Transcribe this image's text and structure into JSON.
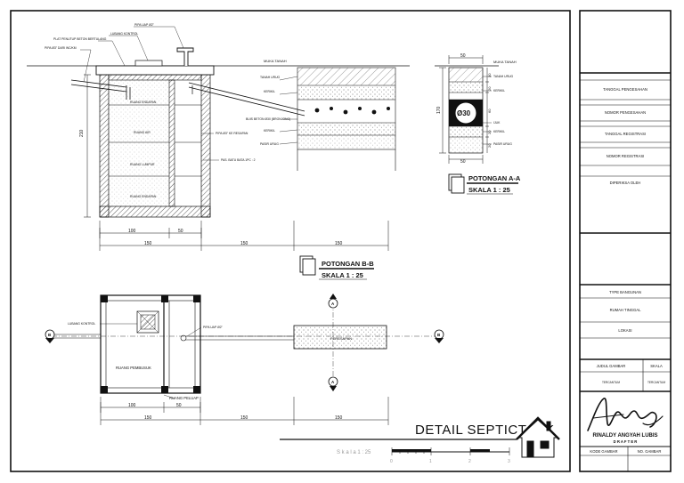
{
  "section_bb": {
    "labels": {
      "pipe_top": "PIPA UAP Ø2\"",
      "control_hole": "LUBANG KONTROL",
      "cover_plate": "PLAT PENUTUP BETON BERTULANG",
      "inlet_pipe": "PIPA Ø3\" DARI WC/KM",
      "room_settle": "RUANG ENDAPAN",
      "room_water": "RUANG AIR",
      "room_mud": "RUANG LUMPUR",
      "room_bottom": "RUANG ENDAPAN",
      "outlet_pipe": "PIPA Ø3\" KE RESAPAN",
      "brick_wall": "PAS. BATU BATA 1PC : 2",
      "ground": "MUKA TANAH",
      "topsoil": "TANAH URUG",
      "gravel": "KERIKIL",
      "bronjong": "BUIS BETON Ø30 (BRONJONG)",
      "gravel2": "KERIKIL",
      "sand": "PASIR URUG"
    },
    "depth_dim": "210",
    "dims_inner": [
      "100",
      "50"
    ],
    "dims_outer": [
      "150",
      "150",
      "150"
    ],
    "title": "POTONGAN B-B",
    "scale": "SKALA 1 : 25"
  },
  "section_aa": {
    "top_dim": "50",
    "bottom_dim": "50",
    "height_dim": "170",
    "layer_dims": [
      "30",
      "20",
      "60",
      "20",
      "20"
    ],
    "pipe_label": "Ø30",
    "labels": {
      "ground": "MUKA TANAH",
      "topsoil": "TANAH URUG",
      "gravel": "KERIKIL",
      "fiber": "IJUK",
      "gravel2": "KERIKIL",
      "sand": "PASIR URUG"
    },
    "title": "POTONGAN A-A",
    "scale": "SKALA 1 : 25"
  },
  "plan": {
    "control_hole": "LUBANG KONTROL",
    "vent_pipe": "PIPA UAP Ø2\"",
    "room_main": "RUANG PEMBUSUK",
    "room_evap": "RUANG PELUAP",
    "absorption": "PERESAPAN",
    "marker_b": "B",
    "marker_a": "A",
    "dims_inner": [
      "100",
      "50"
    ],
    "dims_outer": [
      "150",
      "150",
      "150"
    ]
  },
  "drawing_title": "DETAIL SEPTICTANK",
  "scale_bar": {
    "label": "S k a l a  1 : 25",
    "ticks": [
      "0",
      "1",
      "2",
      "3"
    ]
  },
  "title_block": {
    "tanggal_pengesahan": "TANGGAL PENGESAHAN",
    "nomor_pengesahan": "NOMOR PENGESAHAN",
    "tanggal_registrasi": "TANGGAL REGISTRASI",
    "nomor_registrasi": "NOMOR REGISTRASI",
    "diperiksa": "DIPERIKSA OLEH",
    "type_bangunan": "TYPE BANGUNAN",
    "type_value": "RUMAH TINGGAL",
    "lokasi": "LOKASI",
    "judul_gambar": "JUDUL GAMBAR",
    "skala": "SKALA",
    "judul_value": "TERCANTUM",
    "skala_value": "TERCANTUM",
    "drafter_name": "RINALDY ANGYAH LUBIS",
    "drafter_role": "D R A F T E R",
    "kode_gambar": "KODE GAMBAR",
    "no_gambar": "NO. GAMBAR"
  }
}
